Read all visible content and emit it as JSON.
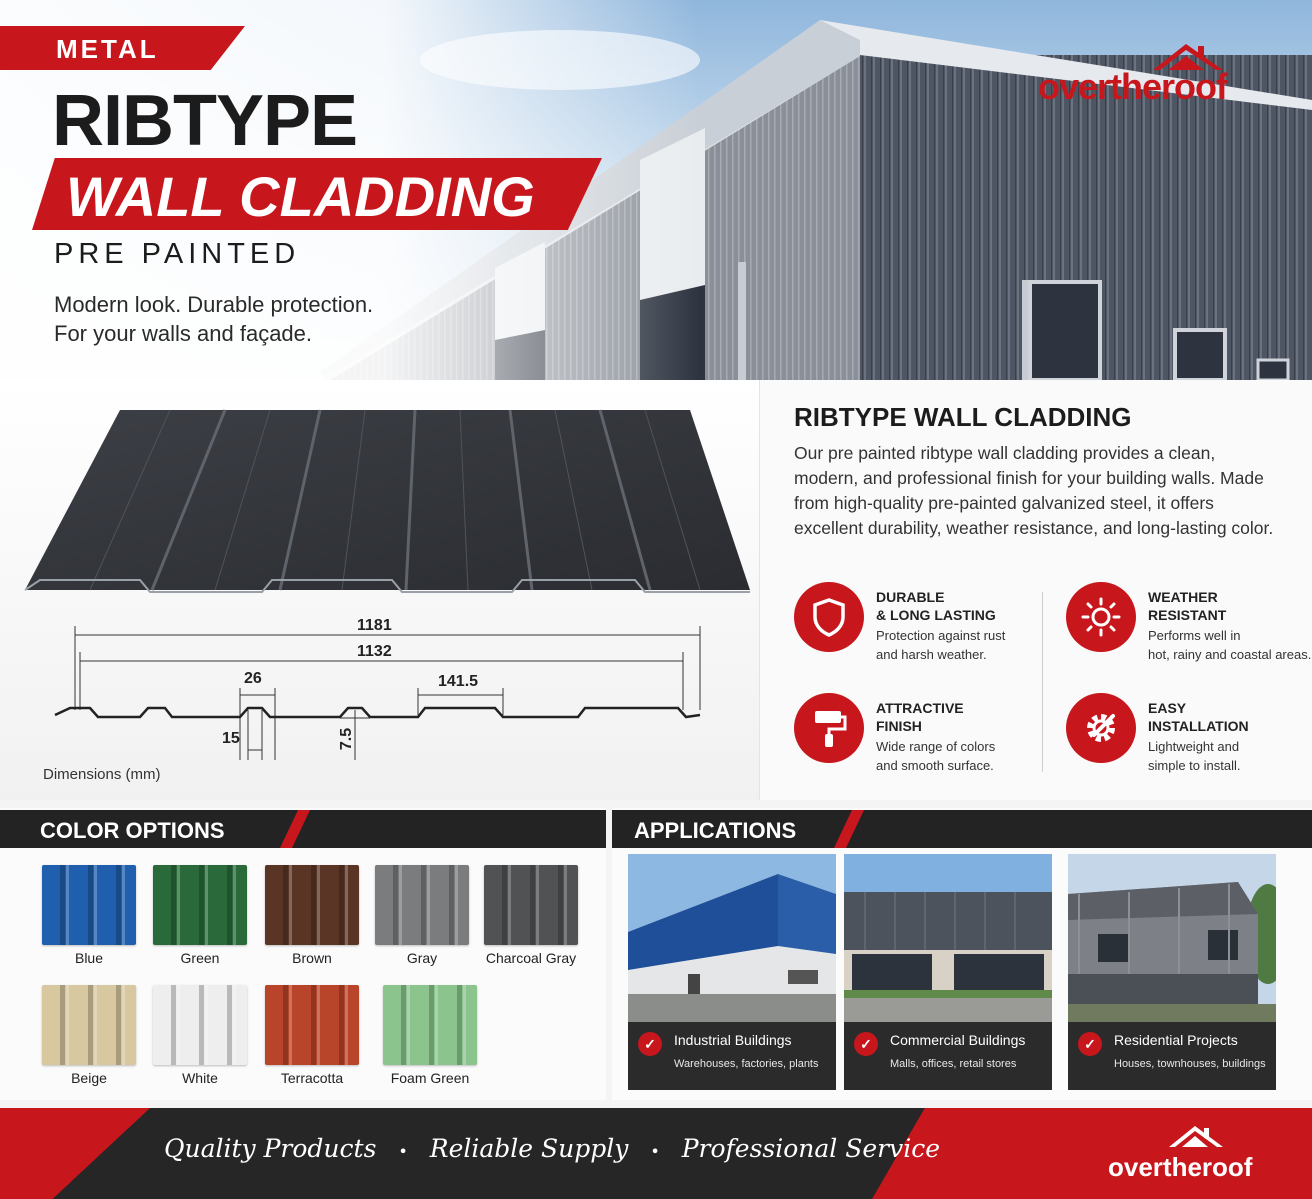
{
  "hero": {
    "tag": "METAL",
    "title_line1": "RIBTYPE",
    "title_line2": "WALL CLADDING",
    "title_line3": "PRE PAINTED",
    "tagline_line1": "Modern look. Durable protection.",
    "tagline_line2": "For your walls and façade."
  },
  "brand": {
    "name": "overtheroof",
    "accent": "#c8161d"
  },
  "product": {
    "dimensions_label": "Dimensions (mm)",
    "dimensions": {
      "overall": "1181",
      "effective": "1132",
      "rib_top": "26",
      "rib_base": "15",
      "rib_height": "7.5",
      "pitch": "141.5"
    },
    "heading": "RIBTYPE WALL CLADDING",
    "description": "Our pre painted ribtype wall cladding provides a clean, modern, and professional finish for your building walls. Made from high-quality pre-painted galvanized steel, it offers excellent durability, weather resistance, and long-lasting color.",
    "features": [
      {
        "icon": "shield-icon",
        "title_l1": "DURABLE",
        "title_l2": "& LONG LASTING",
        "desc_l1": "Protection against rust",
        "desc_l2": "and harsh weather."
      },
      {
        "icon": "sun-icon",
        "title_l1": "WEATHER",
        "title_l2": "RESISTANT",
        "desc_l1": "Performs well in",
        "desc_l2": "hot, rainy and coastal areas."
      },
      {
        "icon": "paint-roller-icon",
        "title_l1": "ATTRACTIVE",
        "title_l2": "FINISH",
        "desc_l1": "Wide range of colors",
        "desc_l2": "and smooth surface."
      },
      {
        "icon": "gear-wrench-icon",
        "title_l1": "EASY",
        "title_l2": "INSTALLATION",
        "desc_l1": "Lightweight and",
        "desc_l2": "simple to install."
      }
    ]
  },
  "colors": {
    "heading": "COLOR OPTIONS",
    "items": [
      {
        "name": "Blue",
        "hex": "#1f5fae"
      },
      {
        "name": "Green",
        "hex": "#2a6a3a"
      },
      {
        "name": "Brown",
        "hex": "#5a3526"
      },
      {
        "name": "Gray",
        "hex": "#7a7c7e"
      },
      {
        "name": "Charcoal Gray",
        "hex": "#505254"
      },
      {
        "name": "Beige",
        "hex": "#d8c8a0"
      },
      {
        "name": "White",
        "hex": "#eeeeee"
      },
      {
        "name": "Terracotta",
        "hex": "#b8452a"
      },
      {
        "name": "Foam Green",
        "hex": "#8cc48e"
      }
    ]
  },
  "applications": {
    "heading": "APPLICATIONS",
    "items": [
      {
        "title": "Industrial Buildings",
        "desc": "Warehouses, factories, plants"
      },
      {
        "title": "Commercial Buildings",
        "desc": "Malls, offices, retail stores"
      },
      {
        "title": "Residential Projects",
        "desc": "Houses, townhouses, buildings"
      }
    ]
  },
  "footer": {
    "slogan_1": "Quality Products",
    "slogan_2": "Reliable Supply",
    "slogan_3": "Professional Service",
    "separator": "•"
  }
}
